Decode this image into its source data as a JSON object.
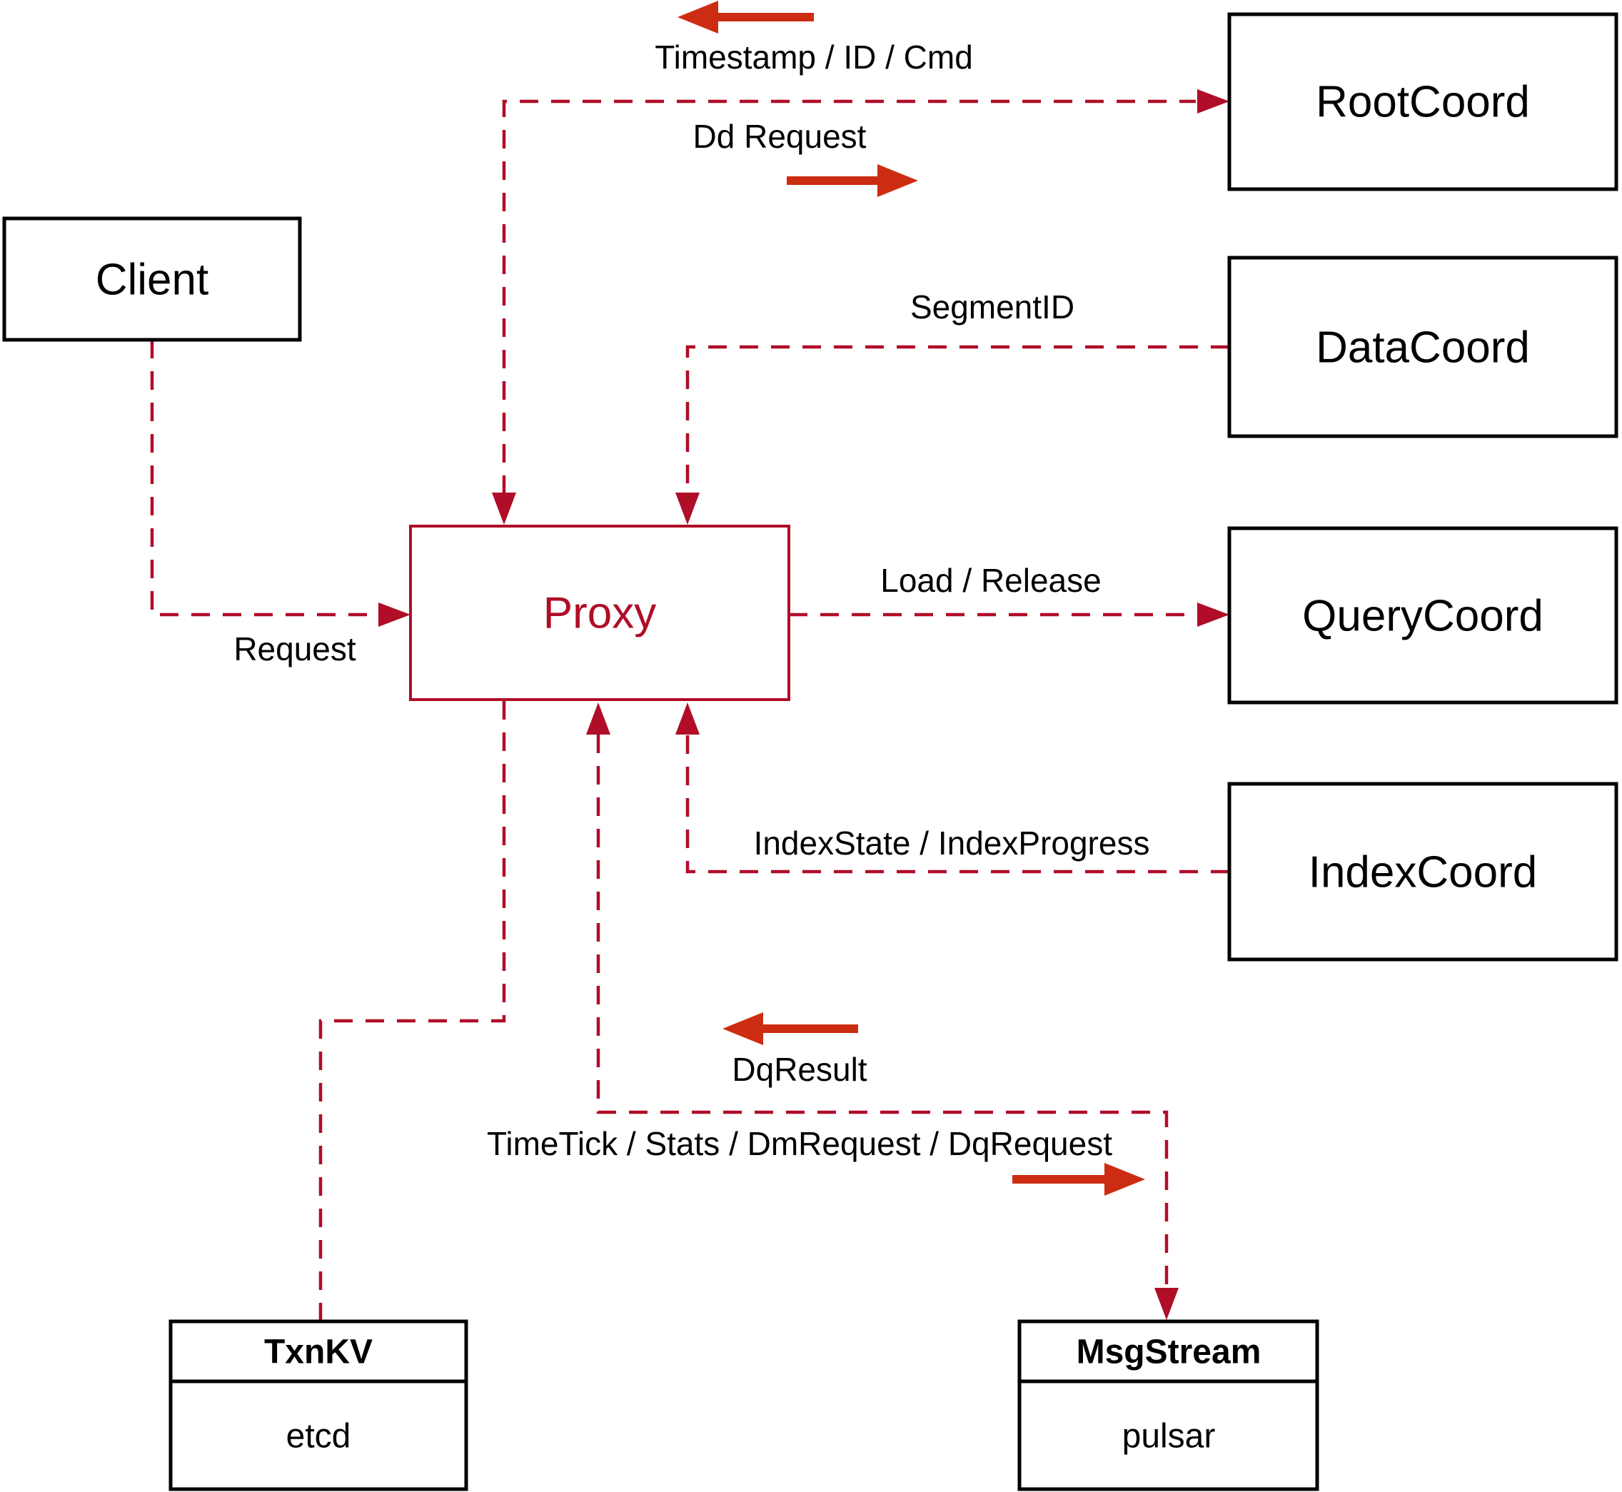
{
  "colors": {
    "dashed_red": "#b00d28",
    "arrow_red": "#cc2d12",
    "node_black": "#000000",
    "bg": "#ffffff"
  },
  "nodes": {
    "client": {
      "label": "Client"
    },
    "proxy": {
      "label": "Proxy"
    },
    "root_coord": {
      "label": "RootCoord"
    },
    "data_coord": {
      "label": "DataCoord"
    },
    "query_coord": {
      "label": "QueryCoord"
    },
    "index_coord": {
      "label": "IndexCoord"
    },
    "txn_kv": {
      "title": "TxnKV",
      "impl": "etcd"
    },
    "msg_stream": {
      "title": "MsgStream",
      "impl": "pulsar"
    }
  },
  "edges": {
    "timestamp_id_cmd": {
      "label": "Timestamp / ID / Cmd"
    },
    "dd_request": {
      "label": "Dd Request"
    },
    "segment_id": {
      "label": "SegmentID"
    },
    "request": {
      "label": "Request"
    },
    "load_release": {
      "label": "Load / Release"
    },
    "index_state": {
      "label": "IndexState / IndexProgress"
    },
    "dq_result": {
      "label": "DqResult"
    },
    "time_tick": {
      "label": "TimeTick / Stats / DmRequest / DqRequest"
    }
  }
}
